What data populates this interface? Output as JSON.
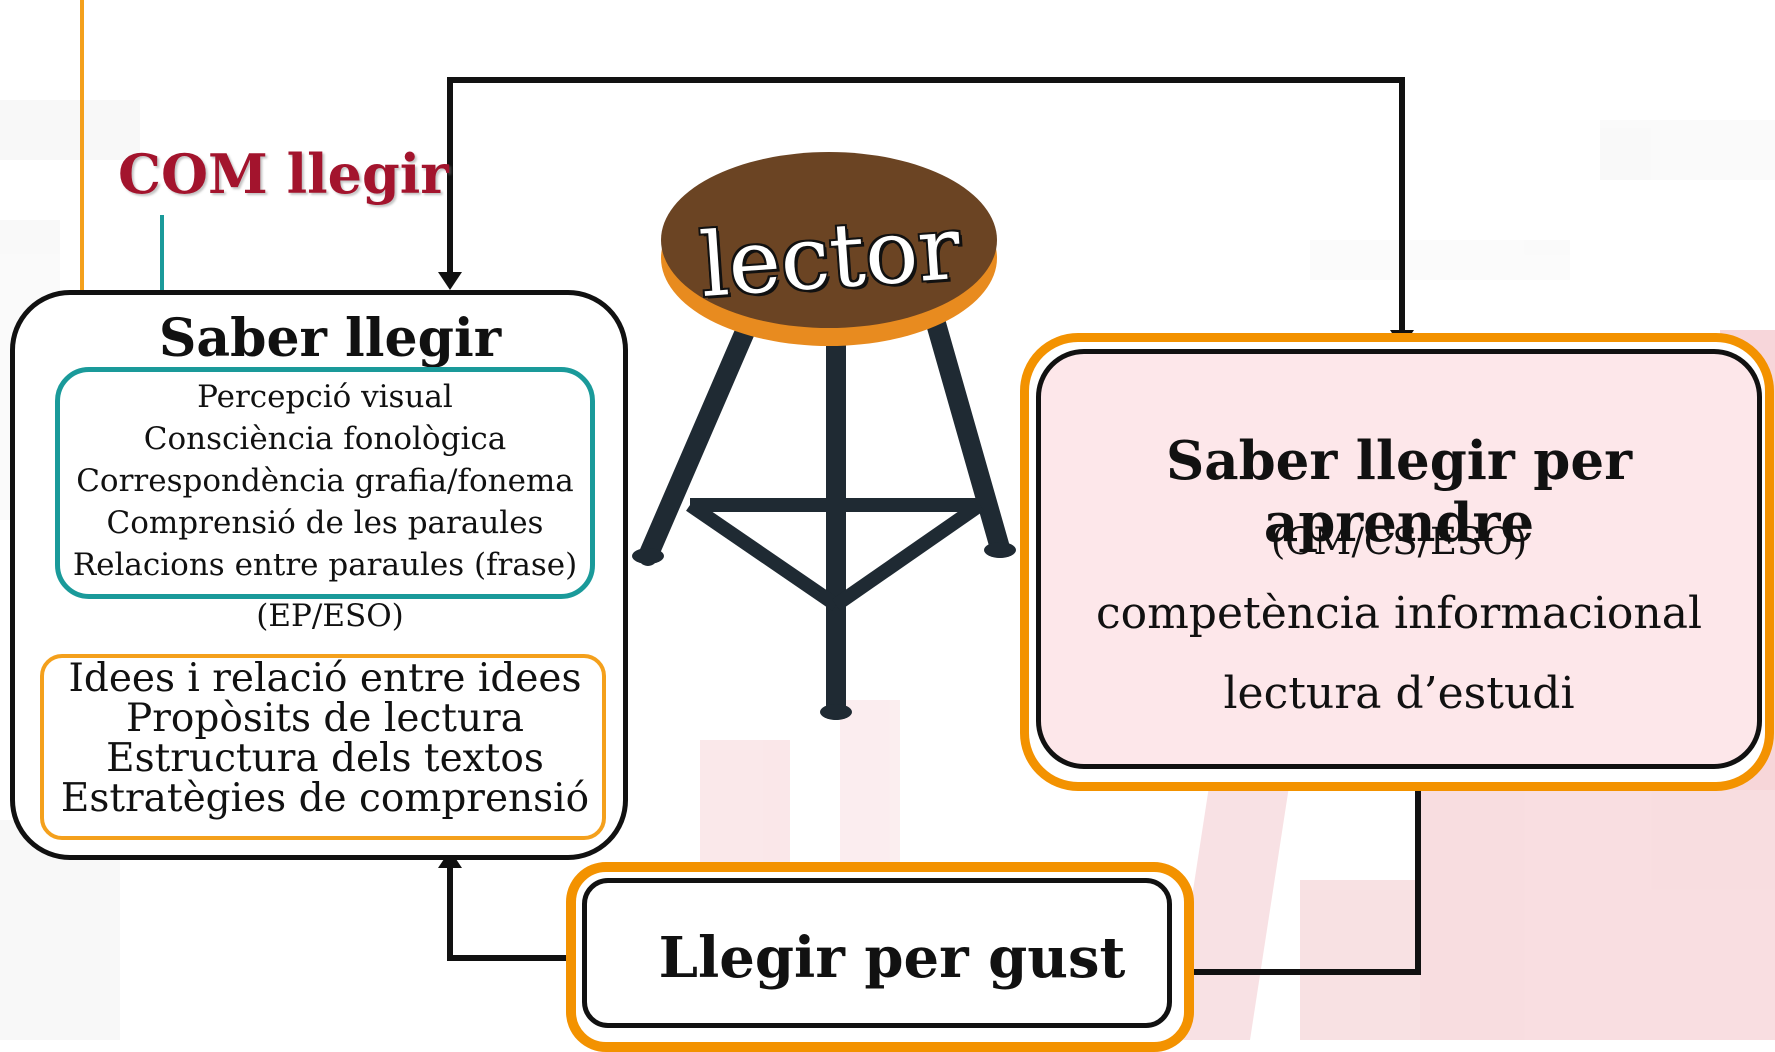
{
  "com_label": "COM llegir",
  "stool_label": "lector",
  "left_box": {
    "title": "Saber llegir",
    "teal_items": [
      "Percepció visual",
      "Consciència fonològica",
      "Correspondència grafia/fonema",
      "Comprensió de les paraules",
      "Relacions entre paraules (frase)"
    ],
    "level_label": "(EP/ESO)",
    "orange_items": [
      "Idees i relació entre idees",
      "Propòsits de lectura",
      "Estructura dels textos",
      "Estratègies de comprensió"
    ]
  },
  "right_box": {
    "title": "Saber llegir per aprendre",
    "level_label": "(CM/CS/ESO)",
    "line1": "competència informacional",
    "line2": "lectura d’estudi"
  },
  "bottom_box": {
    "title": "Llegir per gust"
  },
  "colors": {
    "accent_red": "#a3142d",
    "teal": "#1a9a9a",
    "orange": "#f39200",
    "stool_seat": "#6b4423",
    "stool_legs": "#1f2a33",
    "pink_fill": "#fde7ea"
  }
}
